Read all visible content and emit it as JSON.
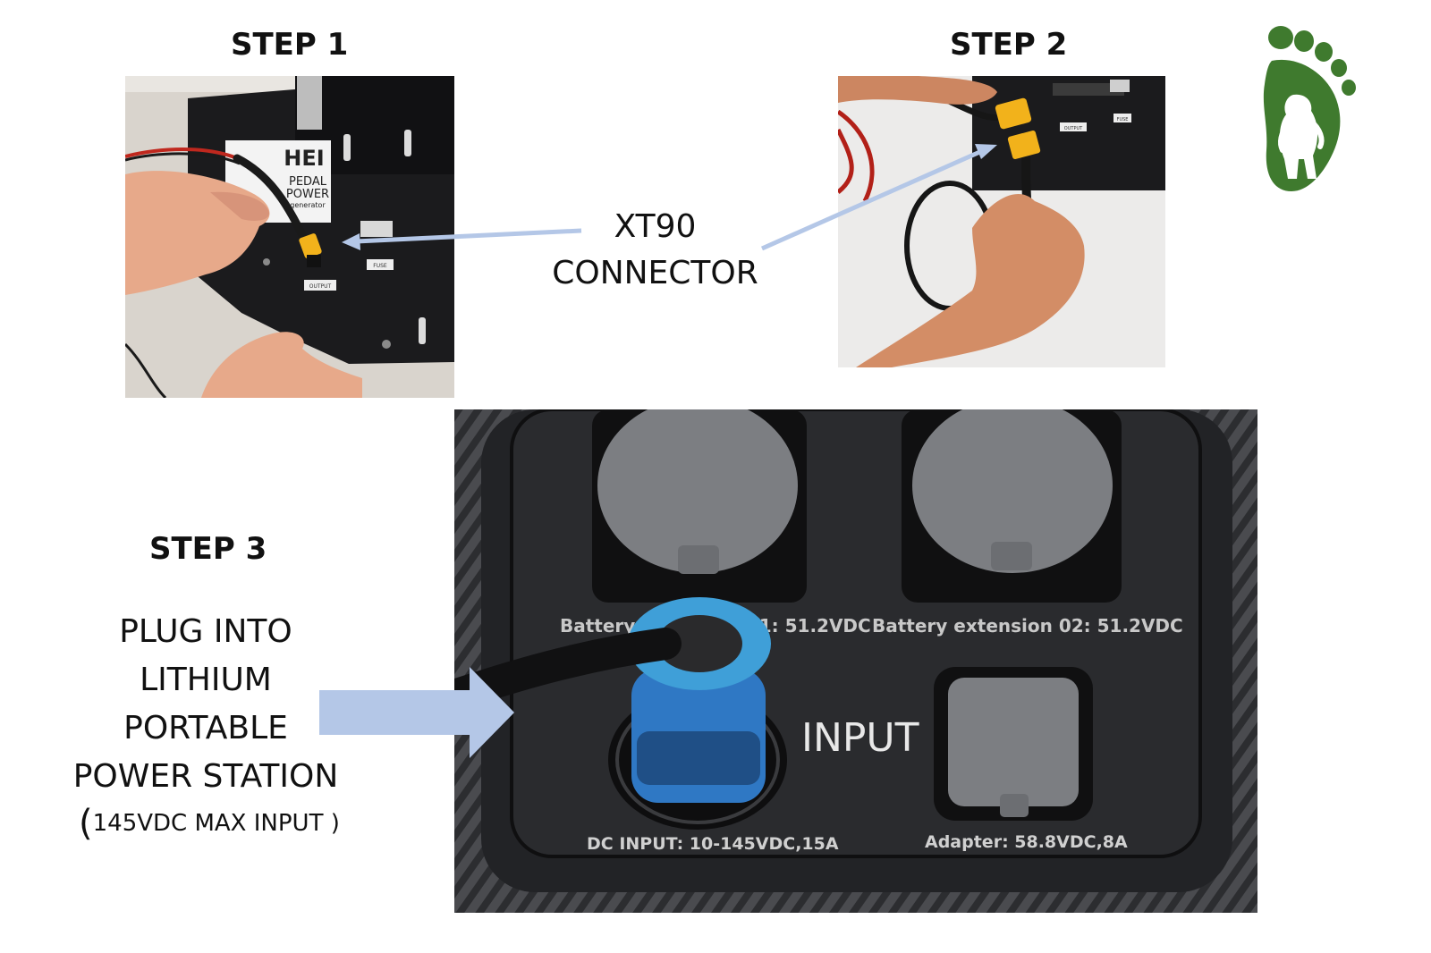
{
  "steps": {
    "step1": {
      "title": "STEP 1"
    },
    "step2": {
      "title": "STEP 2"
    },
    "step3": {
      "title": "STEP 3",
      "instruction_lines": [
        "PLUG  INTO",
        "LITHIUM",
        "PORTABLE",
        "POWER STATION"
      ],
      "note": {
        "open": "(",
        "text": "145VDC MAX INPUT ",
        "close": ")"
      }
    }
  },
  "callout": {
    "line1": "XT90",
    "line2": "CONNECTOR"
  },
  "photo1": {
    "panel_brand": "HEI",
    "panel_lines": [
      "PEDAL",
      "POWER",
      "generator"
    ],
    "output_label": "OUTPUT",
    "fuse_label": "FUSE"
  },
  "photo2": {
    "output_label": "OUTPUT",
    "fuse_label": "FUSE"
  },
  "station": {
    "ports": {
      "battery_extension_01": "Battery extension 01: 51.2VDC",
      "battery_extension_02": "Battery extension 02: 51.2VDC",
      "input_heading": "INPUT",
      "dc_input": "DC INPUT: 10-145VDC,15A",
      "adapter": "Adapter: 58.8VDC,8A"
    }
  },
  "colors": {
    "arrow": "#b4c7e7",
    "logo_green": "#3f7a2e",
    "panel_black": "#1b1b1d",
    "station_body": "#2a2b2e",
    "cap_grey": "#7c7e82",
    "connector_blue": "#3f9fd8",
    "xt90_yellow": "#f2b21b"
  },
  "icons": {
    "logo": "bigfoot-footprint-icon",
    "arrow": "pointer-arrow-icon",
    "block_arrow": "block-arrow-icon"
  }
}
